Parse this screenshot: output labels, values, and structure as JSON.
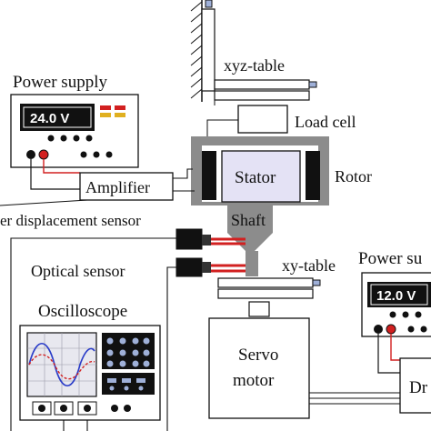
{
  "colors": {
    "line": "#111111",
    "signal_wire": "#d22020",
    "rotor_gray": "#8c8c8c",
    "stator_fill": "#e4e2f5",
    "panel_bg": "#111111",
    "scope_screen": "#e8e8ef",
    "wave_blue": "#2a3cc8",
    "wave_red": "#d22020",
    "sensor_red": "#d22020",
    "sensor_dark": "#222222"
  },
  "labels": {
    "xyz_table": "xyz-table",
    "load_cell": "Load cell",
    "rotor": "Rotor",
    "stator": "Stator",
    "shaft": "Shaft",
    "power_supply_left": "Power supply",
    "amplifier": "Amplifier",
    "displacement_sensor": "er displacement sensor",
    "optical_sensor": "Optical sensor",
    "xy_table": "xy-table",
    "oscilloscope": "Oscilloscope",
    "servo_motor_line1": "Servo",
    "servo_motor_line2": "motor",
    "power_supply_right": "Power su",
    "driver": "Dr"
  },
  "displays": {
    "left_voltage": "24.0 V",
    "right_voltage": "12.0 V"
  },
  "icons": {
    "wall": "hatched-wall-icon",
    "knob": "adjust-knob-icon",
    "terminal": "terminal-icon",
    "wave": "sine-wave-icon"
  }
}
